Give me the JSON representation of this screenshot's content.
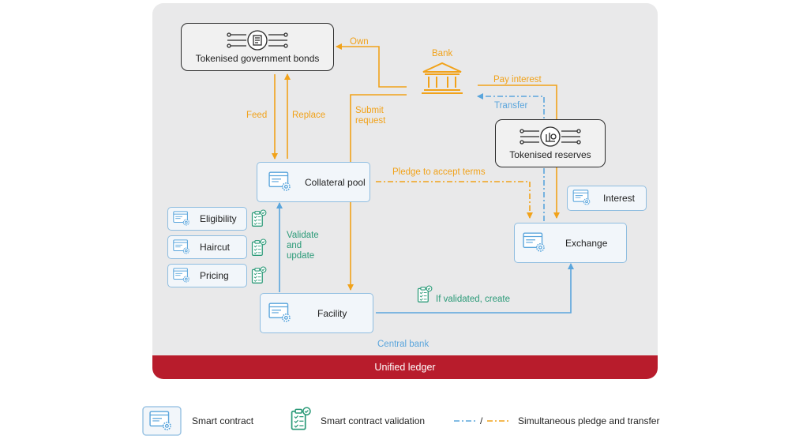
{
  "nodes": {
    "bonds": "Tokenised government bonds",
    "bank": "Bank",
    "reserves": "Tokenised reserves",
    "collateral_pool": "Collateral pool",
    "interest": "Interest",
    "eligibility": "Eligibility",
    "haircut": "Haircut",
    "pricing": "Pricing",
    "exchange": "Exchange",
    "facility": "Facility"
  },
  "edges": {
    "own": "Own",
    "pay_interest": "Pay interest",
    "transfer": "Transfer",
    "feed": "Feed",
    "replace": "Replace",
    "submit_request_1": "Submit",
    "submit_request_2": "request",
    "pledge": "Pledge to accept terms",
    "validate_1": "Validate",
    "validate_2": "and",
    "validate_3": "update",
    "if_validated": "If validated, create"
  },
  "central_bank": "Central bank",
  "ledger": "Unified ledger",
  "legend": {
    "smart_contract": "Smart contract",
    "validation": "Smart contract validation",
    "sep": "/",
    "simultaneous": "Simultaneous pledge and transfer"
  },
  "colors": {
    "orange": "#f1a21a",
    "blue": "#5aa5dc",
    "green": "#2b9a78",
    "red": "#b81c2c"
  }
}
